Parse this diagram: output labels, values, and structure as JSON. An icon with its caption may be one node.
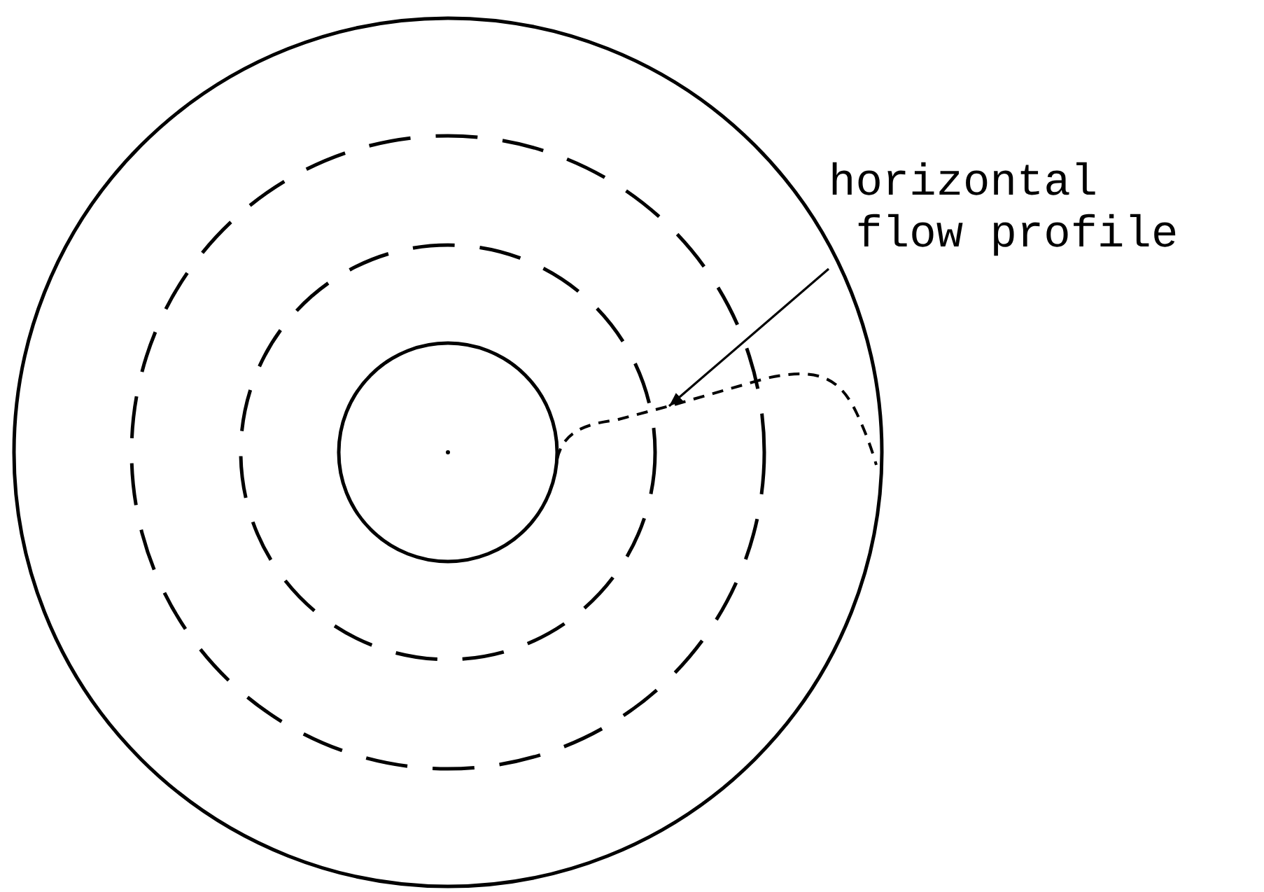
{
  "diagram": {
    "nodes": [
      {
        "text": [
          "horizontal flow profile"
        ]
      },
      {
        "text": [],
        "shape": "curve"
      }
    ],
    "edges": [
      {
        "from": 0,
        "to": 1,
        "arrow": "to"
      }
    ]
  }
}
